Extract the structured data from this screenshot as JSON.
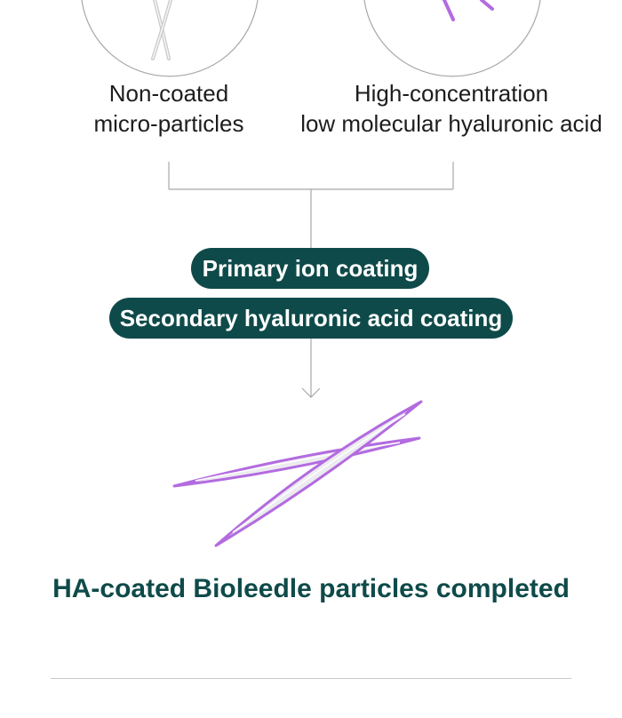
{
  "inputs": {
    "left": {
      "line1": "Non-coated",
      "line2": "micro-particles"
    },
    "right": {
      "line1": "High-concentration",
      "line2": "low molecular hyaluronic acid"
    }
  },
  "steps": {
    "primary": "Primary ion coating",
    "secondary": "Secondary hyaluronic acid coating"
  },
  "result": {
    "title": "HA-coated Bioleedle particles completed"
  },
  "colors": {
    "accent_dark_teal": "#0f4a4a",
    "particle_purple": "#b36be0",
    "particle_core": "#e6e6ea",
    "line_gray": "#a8a8a8"
  }
}
